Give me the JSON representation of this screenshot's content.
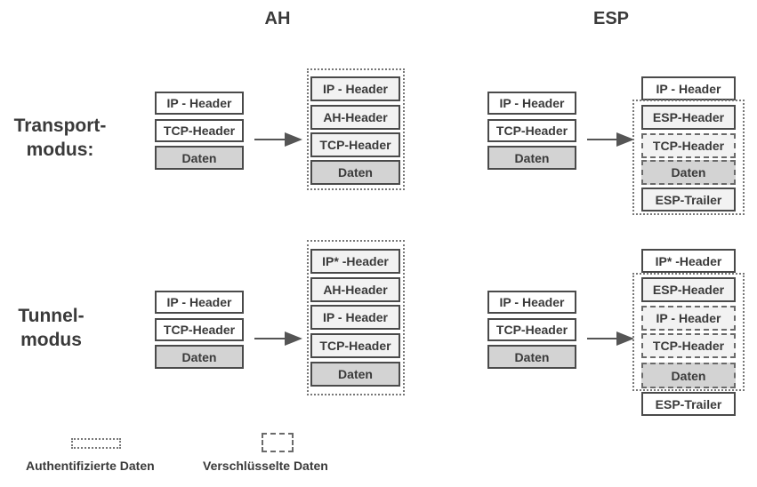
{
  "columns": {
    "ah": "AH",
    "esp": "ESP"
  },
  "rows": {
    "transport": {
      "line1": "Transport-",
      "line2": "modus:"
    },
    "tunnel": {
      "line1": "Tunnel-",
      "line2": "modus"
    }
  },
  "original_packet": {
    "ip": "IP - Header",
    "tcp": "TCP-Header",
    "data": "Daten"
  },
  "ah_transport": [
    "IP - Header",
    "AH-Header",
    "TCP-Header",
    "Daten"
  ],
  "ah_tunnel": [
    "IP* -Header",
    "AH-Header",
    "IP - Header",
    "TCP-Header",
    "Daten"
  ],
  "esp_transport": [
    "IP - Header",
    "ESP-Header",
    "TCP-Header",
    "Daten",
    "ESP-Trailer"
  ],
  "esp_tunnel": [
    "IP* -Header",
    "ESP-Header",
    "IP - Header",
    "TCP-Header",
    "Daten",
    "ESP-Trailer"
  ],
  "legend": {
    "authenticated": "Authentifizierte Daten",
    "encrypted": "Verschlüsselte Daten"
  },
  "colors": {
    "border": "#4a4a4a",
    "data_fill": "#d3d3d3",
    "light_fill": "#f2f2f2",
    "arrow": "#555555"
  }
}
